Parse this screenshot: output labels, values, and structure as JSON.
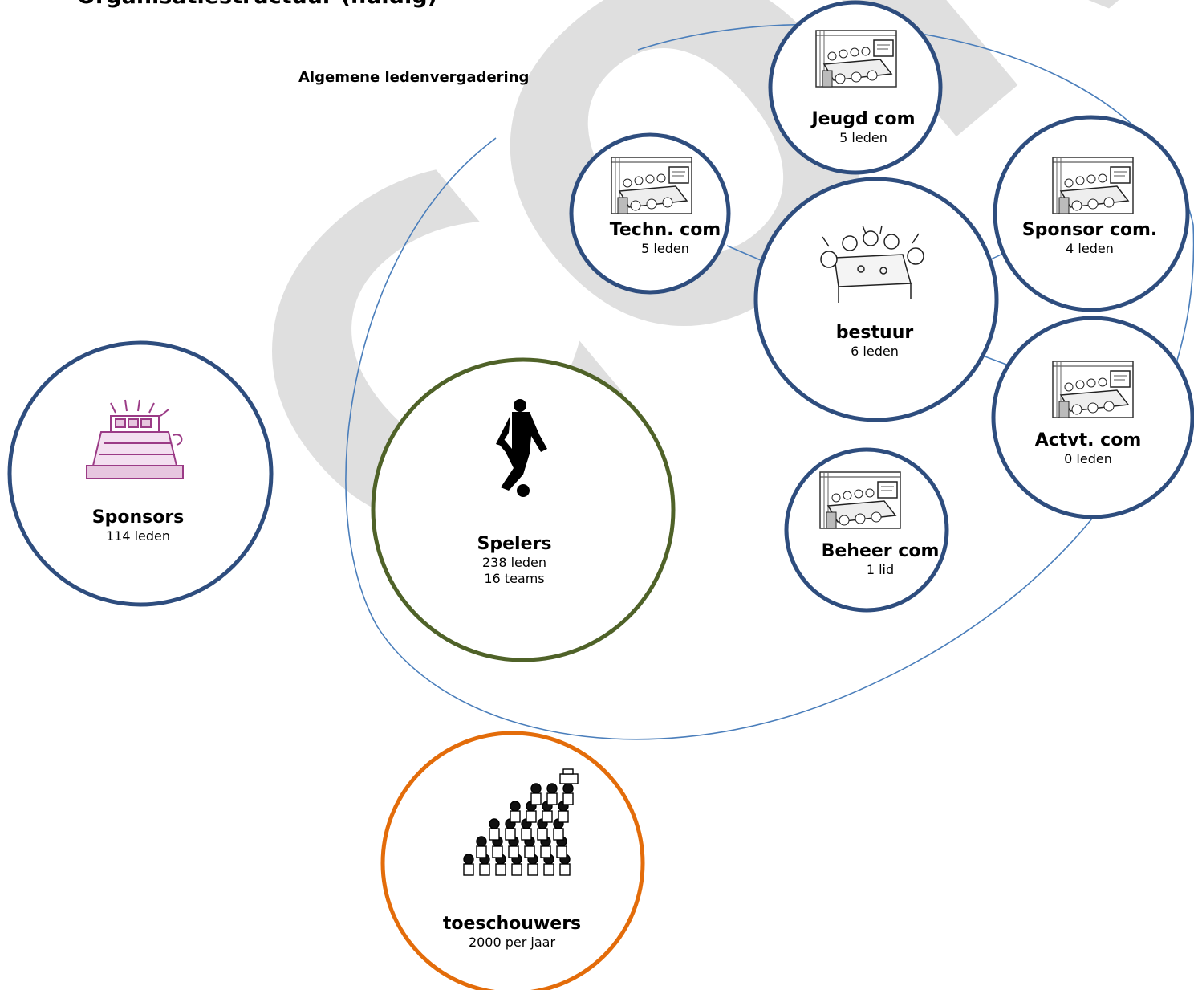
{
  "title": "Organisatiestructuur (huidig)",
  "watermark": "CONCEPT",
  "assembly_label": "Algemene ledenvergadering",
  "colors": {
    "blue": "#2e4d7e",
    "green": "#4f6228",
    "orange": "#e36c0a",
    "line": "#4a7ebb",
    "cash_register": "#9b3b86"
  },
  "nodes": {
    "jeugd": {
      "name": "Jeugd com",
      "sub": "5 leden",
      "icon": "meeting-icon"
    },
    "techn": {
      "name": "Techn. com",
      "sub": "5 leden",
      "icon": "meeting-icon"
    },
    "sponsorcom": {
      "name": "Sponsor com.",
      "sub": "4 leden",
      "icon": "meeting-icon"
    },
    "bestuur": {
      "name": "bestuur",
      "sub": "6 leden",
      "icon": "discussion-icon"
    },
    "actvt": {
      "name": "Actvt. com",
      "sub": "0 leden",
      "icon": "meeting-icon"
    },
    "beheer": {
      "name": "Beheer com",
      "sub": "1 lid",
      "icon": "meeting-icon"
    },
    "sponsors": {
      "name": "Sponsors",
      "sub": "114 leden",
      "icon": "cash-register-icon"
    },
    "spelers": {
      "name": "Spelers",
      "sub1": "238 leden",
      "sub2": "16 teams",
      "icon": "football-player-icon"
    },
    "toeschouwers": {
      "name": "toeschouwers",
      "sub": "2000 per jaar",
      "icon": "crowd-icon"
    }
  }
}
